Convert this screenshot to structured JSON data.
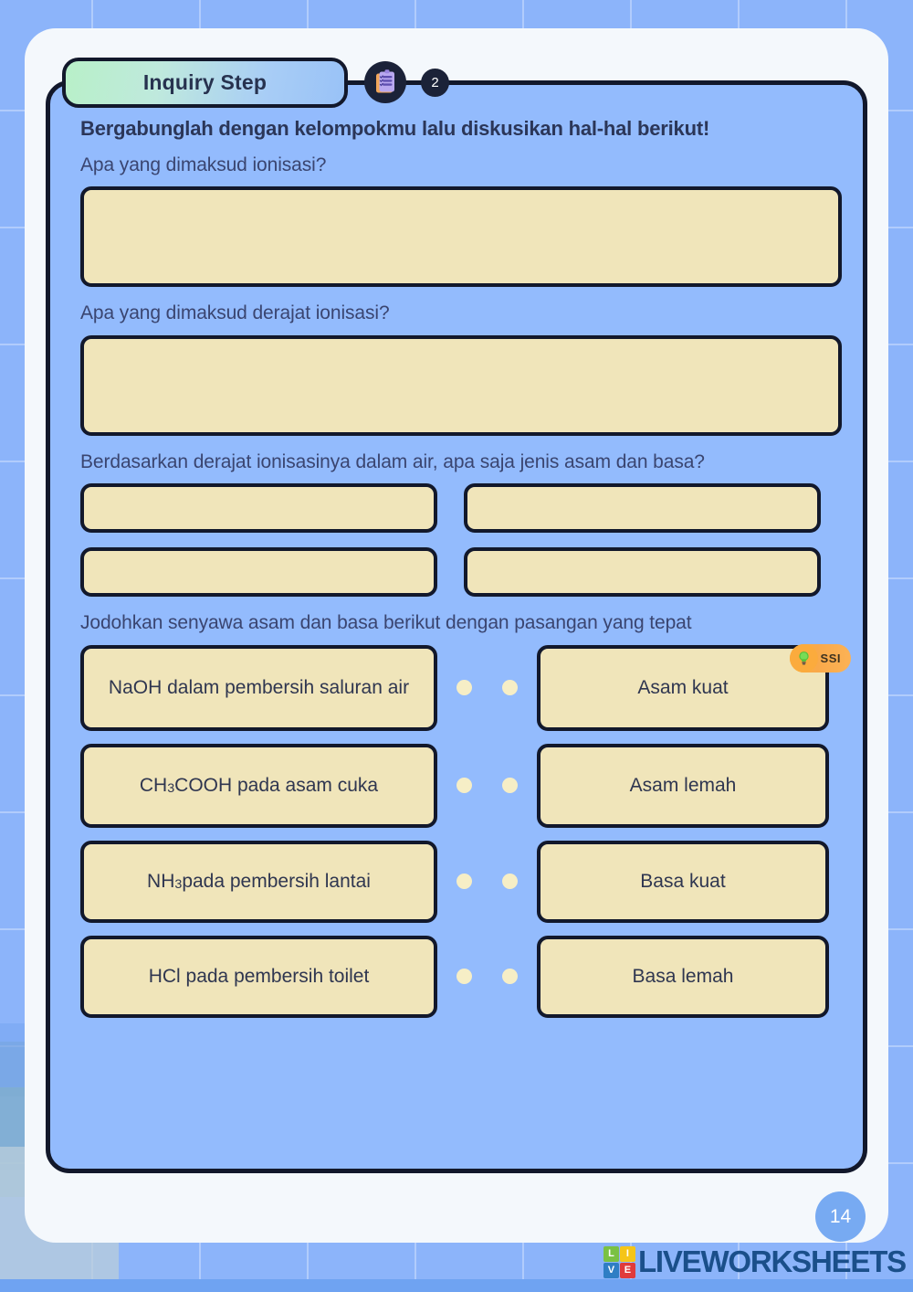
{
  "header": {
    "step_label": "Inquiry Step",
    "step_number": "2",
    "clipboard_icon": "clipboard-checklist-icon"
  },
  "content": {
    "instruction": "Bergabunglah dengan kelompokmu lalu diskusikan hal-hal berikut!",
    "questions": [
      {
        "text": "Apa yang dimaksud ionisasi?",
        "answer": ""
      },
      {
        "text": "Apa yang dimaksud derajat ionisasi?",
        "answer": ""
      }
    ],
    "question3": {
      "text": "Berdasarkan derajat ionisasinya dalam air, apa saja jenis asam dan basa?",
      "answers": [
        "",
        "",
        "",
        ""
      ]
    },
    "matching": {
      "prompt": "Jodohkan senyawa asam dan basa berikut dengan pasangan yang tepat",
      "badge": {
        "label": "SSI",
        "icon": "lightbulb-icon"
      },
      "left_items": [
        "NaOH dalam pembersih saluran air",
        "CH3COOH pada asam cuka",
        "NH3 pada pembersih lantai",
        "HCl pada pembersih toilet"
      ],
      "left_items_html": [
        "NaOH dalam pembersih saluran air",
        "CH<sub>3</sub>COOH pada asam cuka",
        "NH<sub>3</sub> pada pembersih lantai",
        "HCl pada pembersih toilet"
      ],
      "right_items": [
        "Asam kuat",
        "Asam lemah",
        "Basa kuat",
        "Basa lemah"
      ]
    }
  },
  "footer": {
    "page_number": "14",
    "brand": "LIVEWORKSHEETS",
    "brand_tiles": [
      "LI",
      "VE"
    ],
    "tile_letters": [
      "L",
      "I",
      "V",
      "E"
    ]
  },
  "colors": {
    "page_bg": "#8cb4fa",
    "white_card": "#f4f8fc",
    "panel_bg": "#93bbfd",
    "panel_border": "#12182b",
    "answer_fill": "#f0e5ba",
    "text_dark": "#2b3658",
    "badge_orange": "#fbb040",
    "page_num_bg": "#77aaf2",
    "brand_blue": "#1a4f8a"
  }
}
